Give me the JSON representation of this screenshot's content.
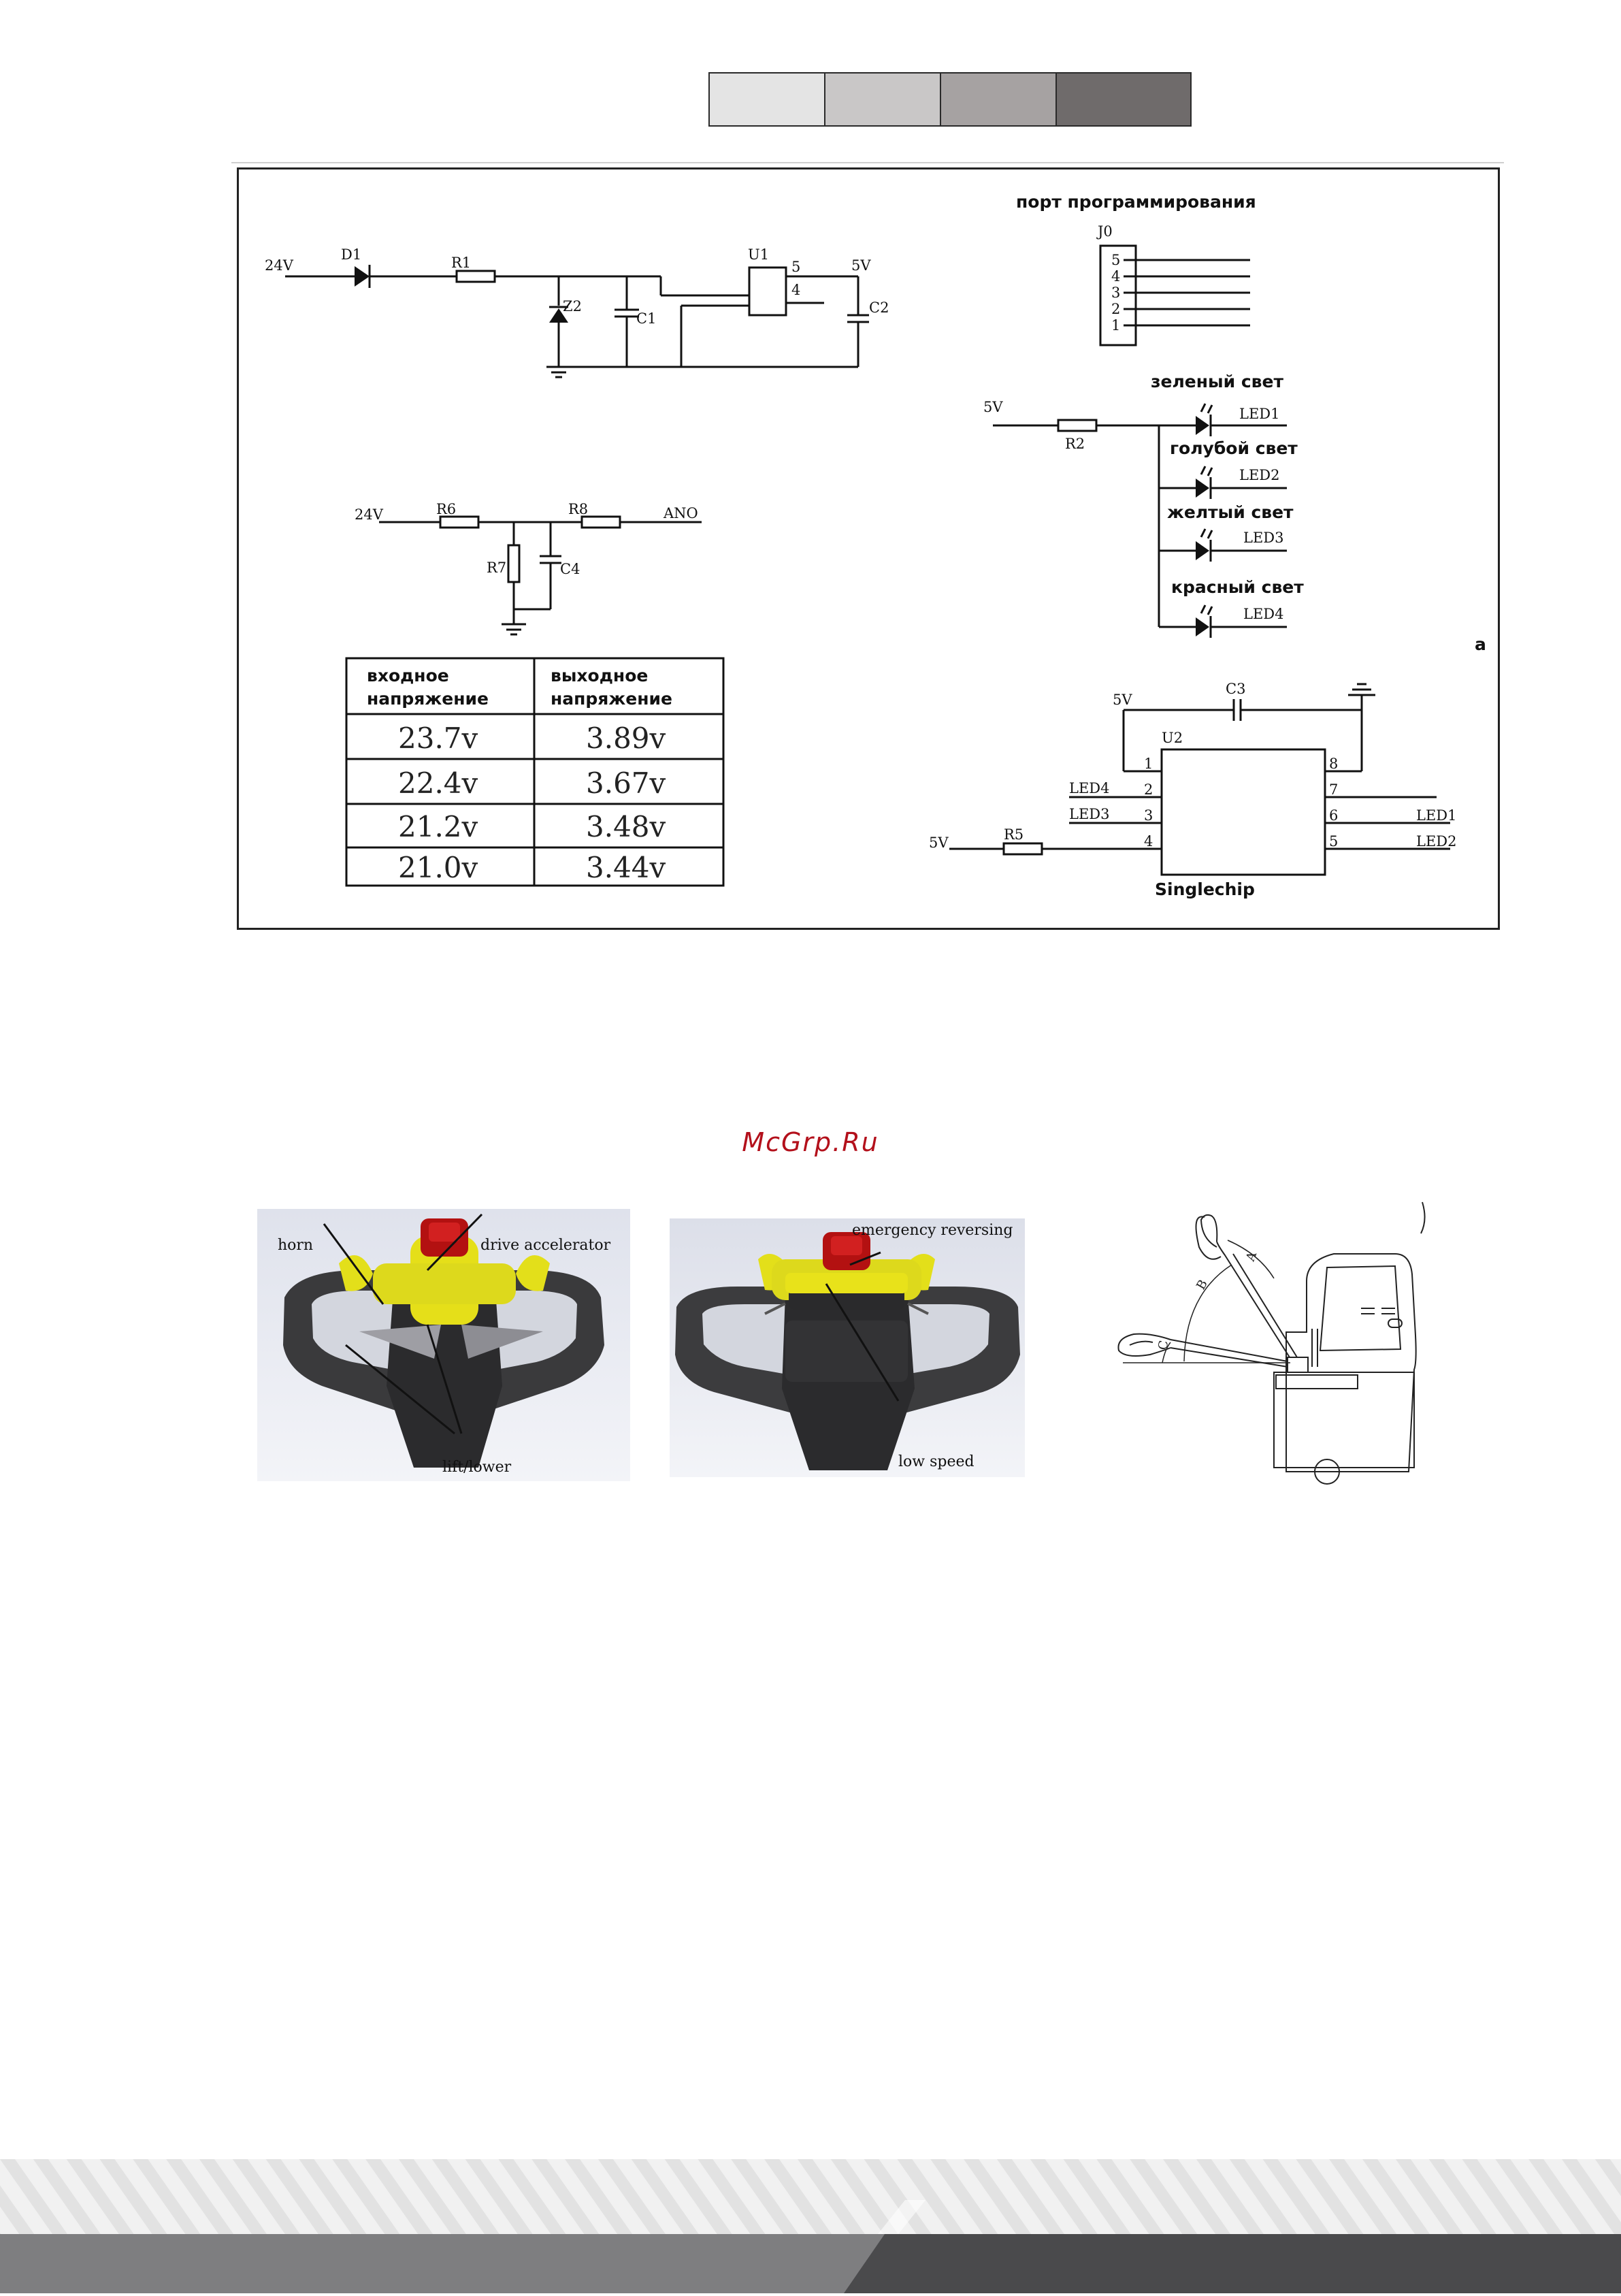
{
  "swatches": [
    "#e4e4e4",
    "#c9c7c7",
    "#a6a2a2",
    "#6f6b6b"
  ],
  "schematic": {
    "programming_port": "порт программирования",
    "j0": "J0",
    "pins": [
      "5",
      "4",
      "3",
      "2",
      "1"
    ],
    "v24a": "24V",
    "d1": "D1",
    "r1": "R1",
    "u1": "U1",
    "u1_5": "5",
    "u1_4": "4",
    "v5a": "5V",
    "z2": "Z2",
    "c1": "C1",
    "c2": "C2",
    "v5b": "5V",
    "r2": "R2",
    "led_names": [
      "LED1",
      "LED2",
      "LED3",
      "LED4"
    ],
    "led_colors": [
      "зеленый свет",
      "голубой свет",
      "желтый свет",
      "красный свет"
    ],
    "v24b": "24V",
    "r6": "R6",
    "r8": "R8",
    "ano": "ANO",
    "r7": "R7",
    "c4": "C4",
    "mark_a": "a",
    "v5c": "5V",
    "c3": "C3",
    "u2": "U2",
    "led4": "LED4",
    "led3": "LED3",
    "v5d": "5V",
    "r5": "R5",
    "u2_left_pins": [
      "1",
      "2",
      "3",
      "4"
    ],
    "u2_right_pins": [
      "8",
      "7",
      "6",
      "5"
    ],
    "led1": "LED1",
    "led2": "LED2",
    "singlechip": "Singlechip"
  },
  "voltage_table": {
    "headers": [
      [
        "входное",
        "напряжение"
      ],
      [
        "выходное",
        "напряжение"
      ]
    ],
    "rows": [
      [
        "23.7v",
        "3.89v"
      ],
      [
        "22.4v",
        "3.67v"
      ],
      [
        "21.2v",
        "3.48v"
      ],
      [
        "21.0v",
        "3.44v"
      ]
    ]
  },
  "watermark": "McGrp.Ru",
  "figures": {
    "tiller1": {
      "horn": "horn",
      "drive": "drive accelerator",
      "lift": "lift/lower"
    },
    "tiller2": {
      "emergency": "emergency reversing",
      "low": "low speed"
    },
    "truck": {
      "a": "A",
      "b": "B",
      "c": "C"
    }
  }
}
